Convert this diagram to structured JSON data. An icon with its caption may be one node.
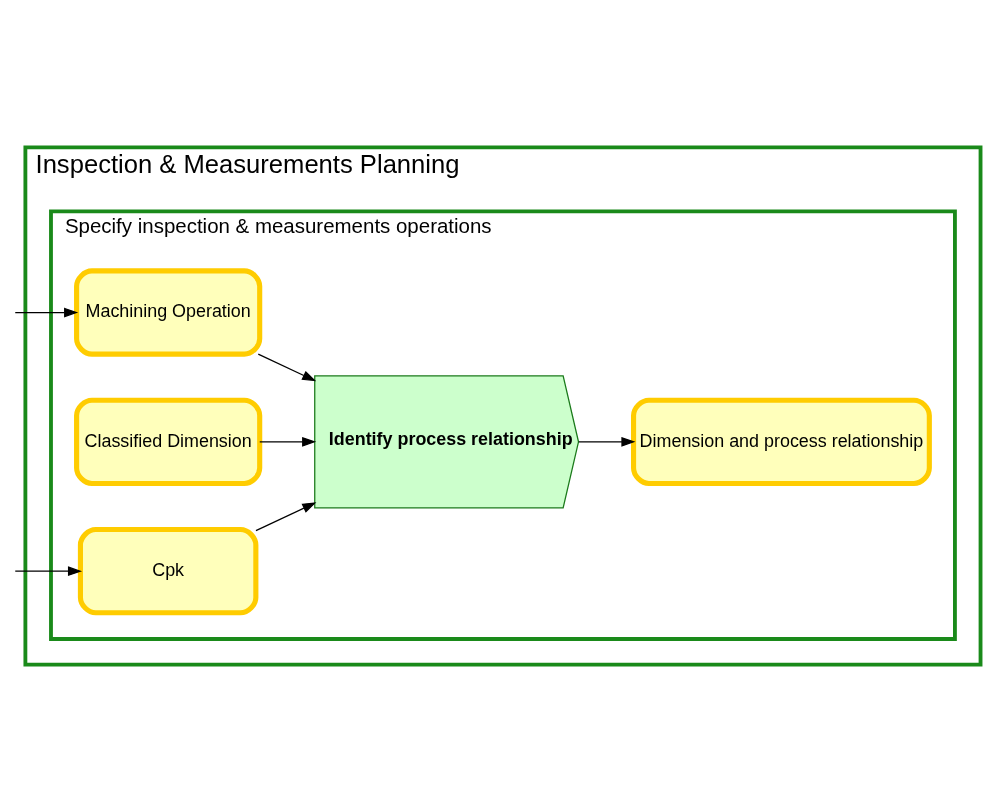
{
  "diagram": {
    "nodes": [
      {
        "text": [
          "Inspection & Measurements Planning"
        ]
      },
      {
        "text": [
          "Specify inspection & measurements operations"
        ],
        "in": 0
      },
      {
        "text": [
          "Machining Operation"
        ],
        "in": 1
      },
      {
        "text": [
          "Classified Dimension"
        ],
        "in": 1
      },
      {
        "text": [
          "Cpk"
        ],
        "in": 1
      },
      {
        "text": [
          "Identify process relationship"
        ],
        "in": 1
      },
      {
        "text": [
          "Dimension and process relationship"
        ],
        "in": 1
      }
    ],
    "edges": [
      {
        "from": null,
        "to": 2,
        "arrow": "to"
      },
      {
        "from": null,
        "to": 4,
        "arrow": "to"
      },
      {
        "from": 2,
        "to": 5,
        "arrow": "to"
      },
      {
        "from": 3,
        "to": 5,
        "arrow": "to"
      },
      {
        "from": 4,
        "to": 5,
        "arrow": "to"
      },
      {
        "from": 5,
        "to": 6,
        "arrow": "to"
      }
    ]
  }
}
